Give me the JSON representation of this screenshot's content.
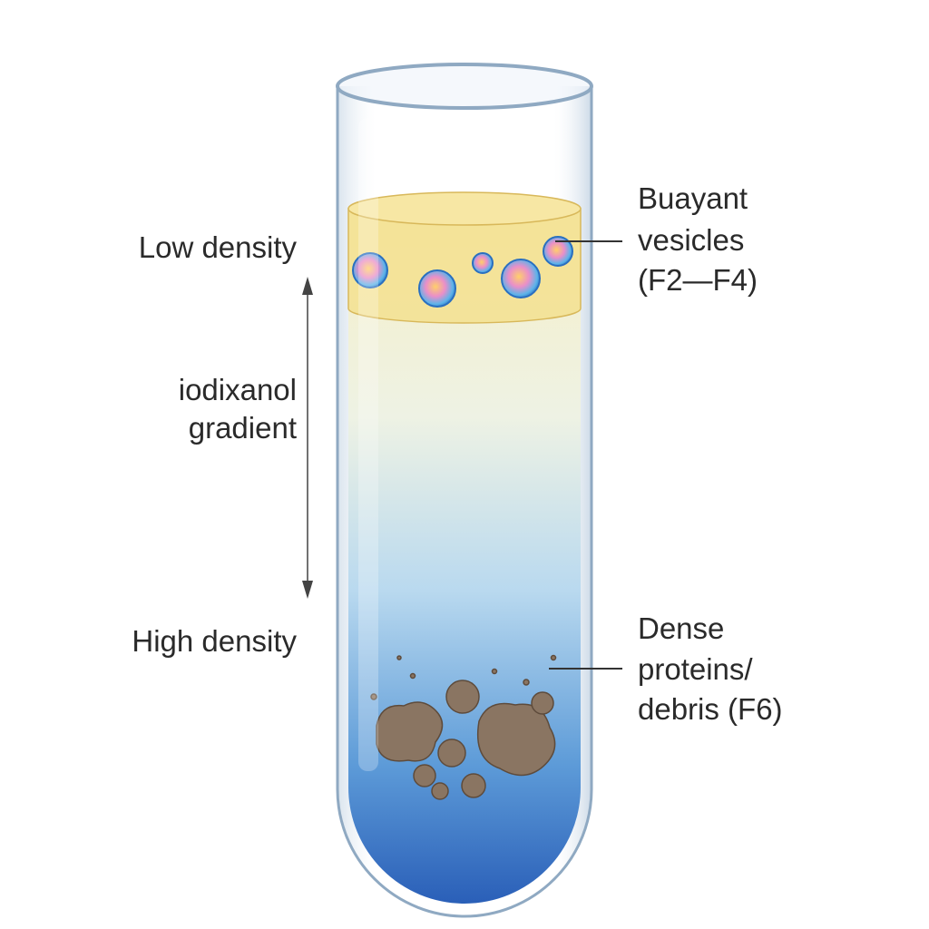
{
  "labels": {
    "low_density": "Low density",
    "gradient_line1": "iodixanol",
    "gradient_line2": "gradient",
    "high_density": "High density",
    "vesicles_line1": "Buayant",
    "vesicles_line2": "vesicles",
    "vesicles_line3": "(F2—F4)",
    "debris_line1": "Dense",
    "debris_line2": "proteins/",
    "debris_line3": "debris (F6)"
  },
  "colors": {
    "band": "#f3dd8a",
    "gradient_top": "#f4efc8",
    "gradient_bottom": "#2f6fc4",
    "debris": "#8a7562",
    "text": "#2a2a2a"
  }
}
